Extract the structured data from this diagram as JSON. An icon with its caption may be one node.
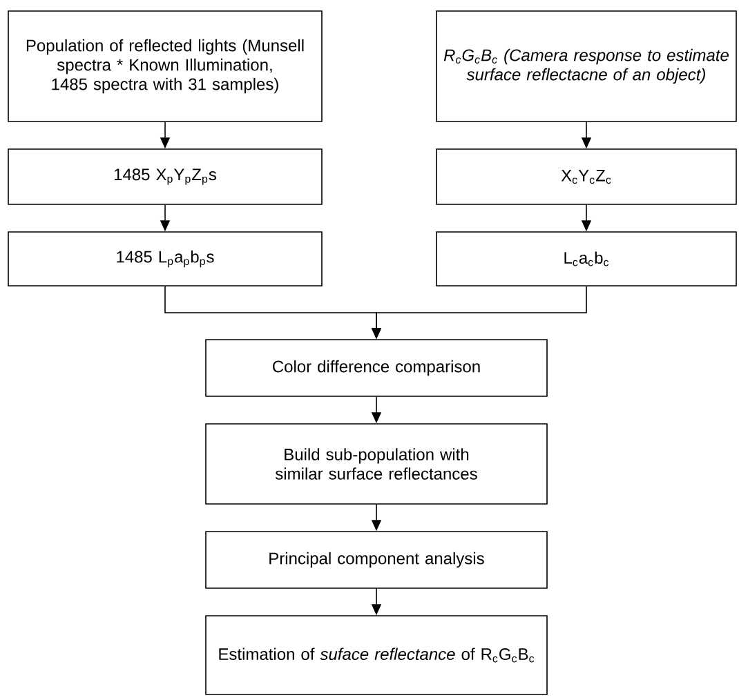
{
  "diagram": {
    "nodes": [
      {
        "text": [
          "Population of reflected lights (Munsell spectra * Known Illumination, 1485 spectra with 31 samples)"
        ]
      },
      {
        "text": [
          "R$_{c}$G$_{c}$B$_{c}$ (Camera response to estimate surface reflectacne of an object)"
        ]
      },
      {
        "text": [
          "1485 X$_{p}$Y$_{p}$Z$_{p}$s"
        ]
      },
      {
        "text": [
          "X$_{c}$Y$_{c}$Z$_{c}$"
        ]
      },
      {
        "text": [
          "1485 L$_{p}$a$_{p}$b$_{p}$s"
        ]
      },
      {
        "text": [
          "L$_{c}$a$_{c}$b$_{c}$"
        ]
      },
      {
        "text": [
          "Color difference comparison"
        ]
      },
      {
        "text": [
          "Build sub-population with similar surface reflectances"
        ]
      },
      {
        "text": [
          "Principal component analysis"
        ]
      },
      {
        "text": [
          "Estimation of *suface reflectance* of R$_{c}$G$_{c}$B$_{c}$"
        ]
      }
    ],
    "edges": [
      {
        "from": 0,
        "to": 2,
        "arrow": "to"
      },
      {
        "from": 2,
        "to": 4,
        "arrow": "to"
      },
      {
        "from": 1,
        "to": 3,
        "arrow": "to"
      },
      {
        "from": 3,
        "to": 5,
        "arrow": "to"
      },
      {
        "from": 4,
        "to": 6,
        "arrow": "to"
      },
      {
        "from": 5,
        "to": 6,
        "arrow": "to"
      },
      {
        "from": 6,
        "to": 7,
        "arrow": "to"
      },
      {
        "from": 7,
        "to": 8,
        "arrow": "to"
      },
      {
        "from": 8,
        "to": 9,
        "arrow": "to"
      }
    ]
  }
}
